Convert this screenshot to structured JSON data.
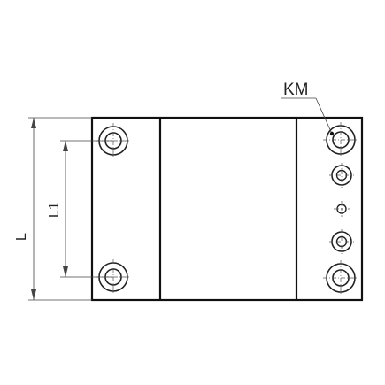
{
  "labels": {
    "dim_L": "L",
    "dim_L1": "L1",
    "callout_KM": "KM"
  },
  "colors": {
    "line": "#111111",
    "thin_line": "#444444",
    "background": "#ffffff"
  },
  "icons": {
    "mounting_hole": "concentric-circles-with-crosshair",
    "port": "small-concentric-circles"
  }
}
